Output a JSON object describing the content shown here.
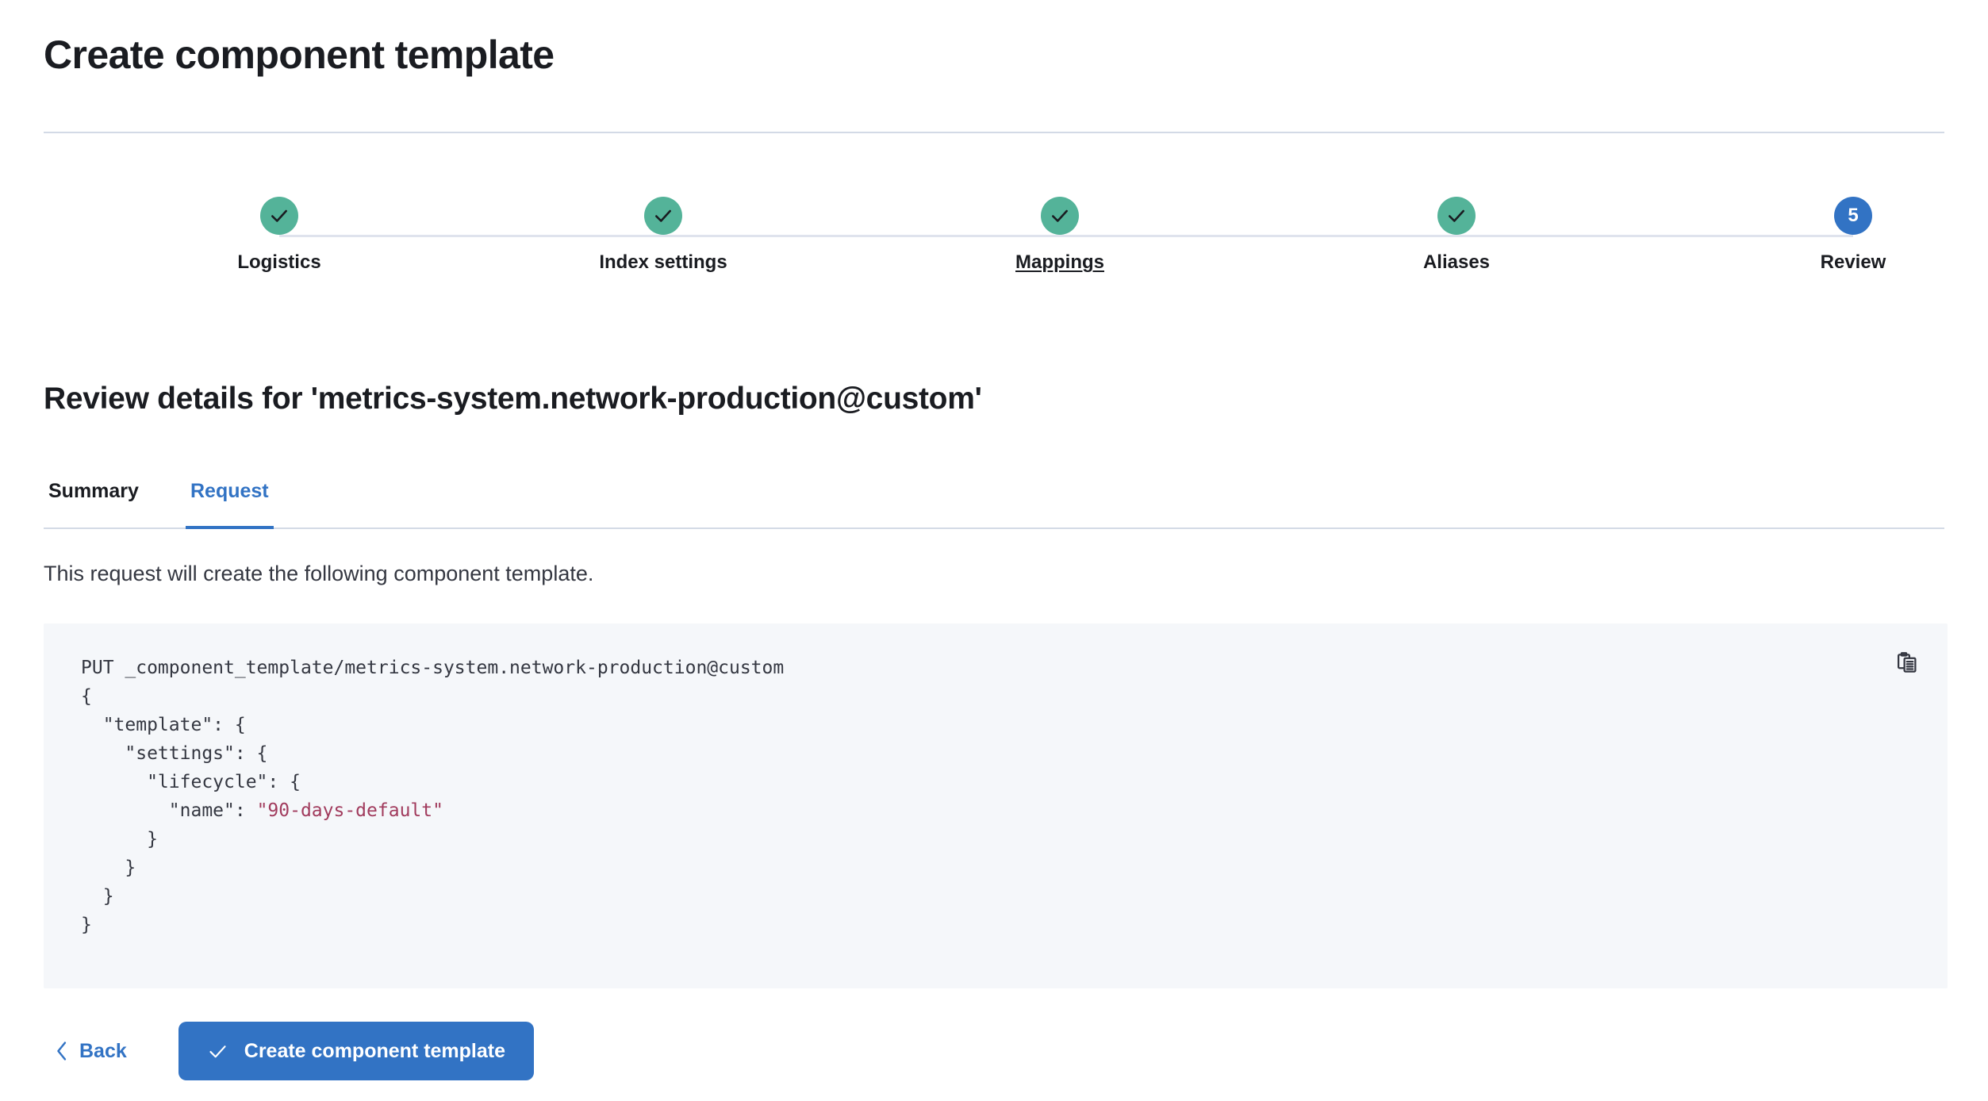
{
  "header": {
    "title": "Create component template"
  },
  "stepper": {
    "steps": [
      {
        "label": "Logistics",
        "state": "done",
        "icon": "check-icon",
        "hovered": false
      },
      {
        "label": "Index settings",
        "state": "done",
        "icon": "check-icon",
        "hovered": false
      },
      {
        "label": "Mappings",
        "state": "done",
        "icon": "check-icon",
        "hovered": true
      },
      {
        "label": "Aliases",
        "state": "done",
        "icon": "check-icon",
        "hovered": false
      },
      {
        "label": "Review",
        "state": "current",
        "number": "5",
        "hovered": false
      }
    ],
    "done_color": "#54b399",
    "current_color": "#3273c4",
    "line_color": "#dfe3ed"
  },
  "review": {
    "heading": "Review details for 'metrics-system.network-production@custom'",
    "tabs": [
      {
        "label": "Summary",
        "active": false
      },
      {
        "label": "Request",
        "active": true
      }
    ],
    "description": "This request will create the following component template.",
    "accent_color": "#3273c4"
  },
  "code": {
    "copy_icon": "clipboard-copy-icon",
    "background": "#f5f7fa",
    "string_color": "#a13b5d",
    "lines": [
      "PUT _component_template/metrics-system.network-production@custom",
      "{",
      "  \"template\": {",
      "    \"settings\": {",
      "      \"lifecycle\": {",
      "        \"name\": \"90-days-default\"",
      "      }",
      "    }",
      "  }",
      "}"
    ],
    "method": "PUT",
    "path": "_component_template/metrics-system.network-production@custom",
    "body": {
      "template": {
        "settings": {
          "lifecycle": {
            "name": "90-days-default"
          }
        }
      }
    }
  },
  "footer": {
    "back_label": "Back",
    "back_icon": "chevron-left-icon",
    "create_label": "Create component template",
    "create_icon": "check-icon",
    "create_color": "#3273c4"
  }
}
